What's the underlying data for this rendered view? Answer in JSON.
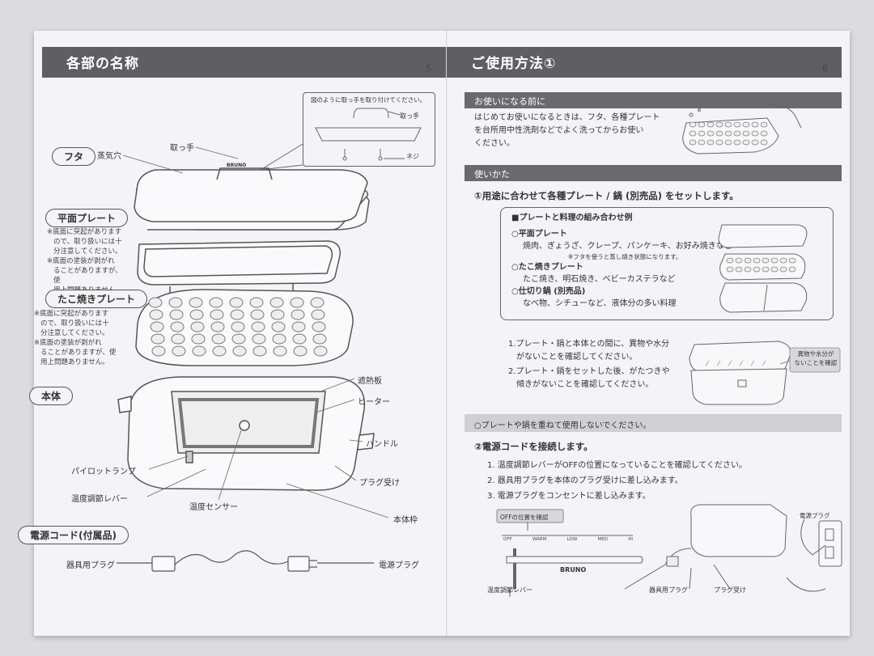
{
  "left_page": {
    "title": "各部の名称",
    "page_number": "5",
    "callout_text": "図のように取っ手を取り付けてください。",
    "callout_labels": {
      "handle": "取っ手",
      "screw": "ネジ"
    },
    "sections": {
      "lid": "フタ",
      "flat_plate": "平面プレート",
      "takoyaki_plate": "たこ焼きプレート",
      "body": "本体",
      "cord": "電源コード(付属品)"
    },
    "notes": {
      "flat_plate": [
        "※底面に突起があります",
        "ので、取り扱いには十",
        "分注意してください。",
        "※底面の塗装が剥がれ",
        "ることがありますが、使",
        "用上問題ありません。"
      ],
      "takoyaki_plate": [
        "※底面に突起があります",
        "ので、取り扱いには十",
        "分注意してください。",
        "※底面の塗装が剥がれ",
        "ることがありますが、使",
        "用上問題ありません。"
      ]
    },
    "labels": {
      "steam_hole": "蒸気穴",
      "lid_handle": "取っ手",
      "heat_shield": "遮熱板",
      "heater": "ヒーター",
      "body_handle": "ハンドル",
      "pilot_lamp": "パイロットランプ",
      "temp_lever": "温度調節レバー",
      "plug_socket": "プラグ受け",
      "temp_sensor": "温度センサー",
      "body_frame": "本体枠",
      "appliance_plug": "器具用プラグ",
      "power_plug": "電源プラグ",
      "brand": "BRUNO"
    }
  },
  "right_page": {
    "title": "ご使用方法①",
    "page_number": "6",
    "before_use": {
      "heading": "お使いになる前に",
      "lines": [
        "はじめてお使いになるときは、フタ、各種プレート",
        "を台所用中性洗剤などでよく洗ってからお使い",
        "ください。"
      ]
    },
    "how_to": {
      "heading": "使いかた",
      "step1": "①用途に合わせて各種プレート / 鍋 (別売品) をセットします。",
      "combo_title": "■プレートと料理の組み合わせ例",
      "combos": [
        {
          "name": "○平面プレート",
          "desc": "焼肉、ぎょうざ、クレープ、パンケーキ、お好み焼きなど",
          "sub": "※フタを使うと蒸し焼き状態になります。"
        },
        {
          "name": "○たこ焼きプレート",
          "desc": "たこ焼き、明石焼き、ベビーカステラなど",
          "sub": ""
        },
        {
          "name": "○仕切り鍋 (別売品)",
          "desc": "なべ物、シチューなど、液体分の多い料理",
          "sub": ""
        }
      ],
      "checks": [
        [
          "1.プレート・鍋と本体との間に、異物や水分",
          "  がないことを確認してください。"
        ],
        [
          "2.プレート・鍋をセットした後、がたつきや",
          "  傾きがないことを確認してください。"
        ]
      ],
      "check_badge": [
        "異物や水分が",
        "ないことを確認"
      ],
      "warning": "○プレートや鍋を重ねて使用しないでください。",
      "step2": "②電源コードを接続します。",
      "step2_items": [
        "1. 温度調節レバーがOFFの位置になっていることを確認してください。",
        "2. 器具用プラグを本体のプラグ受けに差し込みます。",
        "3. 電源プラグをコンセントに差し込みます。"
      ],
      "diagram": {
        "off_badge": "OFFの位置を確認",
        "scale": [
          "OFF",
          "WARM",
          "LOW",
          "MED",
          "HI"
        ],
        "lever": "温度調節レバー",
        "brand": "BRUNO",
        "appliance_plug": "器具用プラグ",
        "plug_socket": "プラグ受け",
        "power_plug": "電源プラグ"
      }
    }
  },
  "colors": {
    "header_bg": "#5f5f63",
    "section_bar": "#6a6a6e",
    "warning_bar": "#cfcfd4",
    "paper": "#f4f4f8"
  }
}
